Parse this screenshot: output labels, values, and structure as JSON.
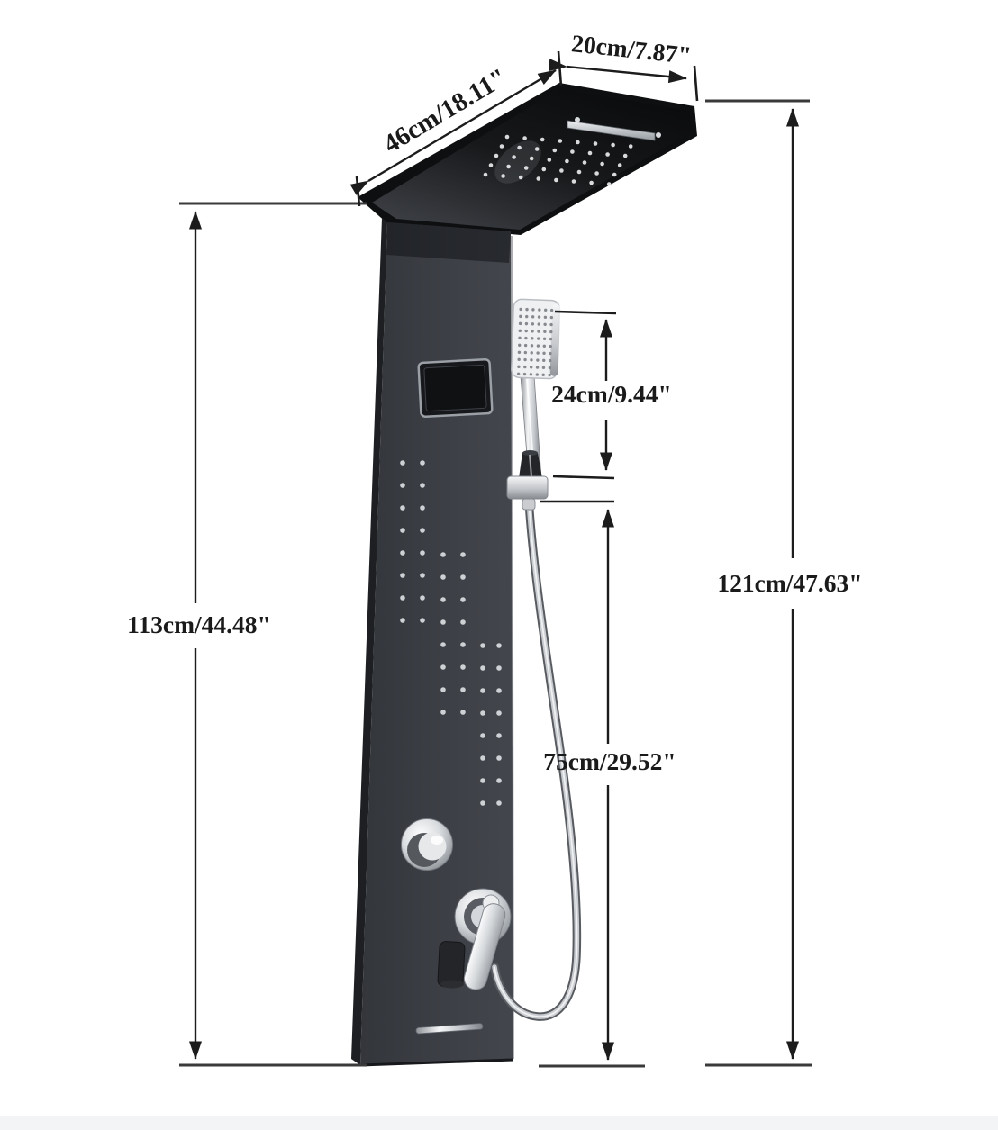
{
  "figure": {
    "description": "Dimension diagram of a black wall-mounted shower panel column with rainfall/waterfall head, LCD display, body jets, hand shower and mixer controls",
    "background": "#ffffff"
  },
  "labels": {
    "top_width": "20cm/7.87\"",
    "head_depth": "46cm/18.11\"",
    "hand_shower_height": "24cm/9.44\"",
    "overall_height": "121cm/47.63\"",
    "panel_height": "113cm/44.48\"",
    "hose_section_height": "75cm/29.52\""
  },
  "colors": {
    "dimension_line": "#1c1c1c",
    "panel_body": "#3a3d43",
    "head_black": "#0e0f10",
    "chrome": "#d7dadd",
    "hand_shower_face": "#eef0f2",
    "jet_dot": "#d6d9dc"
  }
}
